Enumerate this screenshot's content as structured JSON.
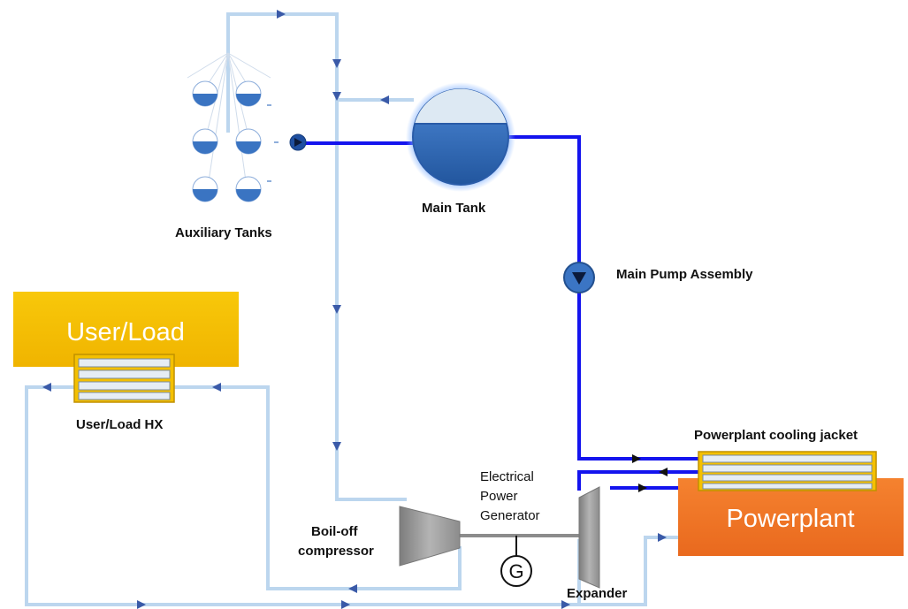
{
  "labels": {
    "auxiliary_tanks": "Auxiliary Tanks",
    "main_tank": "Main Tank",
    "main_pump": "Main Pump Assembly",
    "user_load": "User/Load",
    "user_load_hx": "User/Load HX",
    "cooling_jacket": "Powerplant cooling jacket",
    "generator_line1": "Electrical",
    "generator_line2": "Power",
    "generator_line3": "Generator",
    "generator_symbol": "G",
    "compressor_line1": "Boil-off",
    "compressor_line2": "compressor",
    "expander": "Expander",
    "powerplant": "Powerplant"
  },
  "colors": {
    "light_pipe": "#bcd6ee",
    "dark_pipe": "#1414ee",
    "arrow": "#3a5aa8",
    "user_load_box": "#f6c200",
    "powerplant_box": "#f0772a",
    "tank_liquid": "#3a74c2",
    "machine_gray": "#9c9c9c"
  }
}
